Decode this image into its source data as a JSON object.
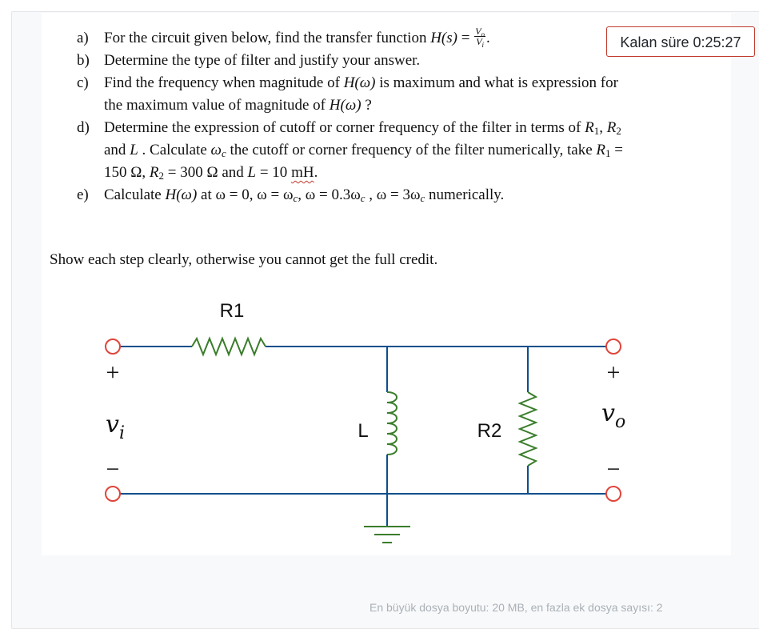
{
  "timer": {
    "label": "Kalan süre",
    "time": "0:25:27"
  },
  "questions": {
    "a": {
      "mark": "a)",
      "text": "For the circuit given below, find the transfer function",
      "expr_lhs": "H(s)",
      "eq": " = ",
      "num": "V",
      "num_sub": "o",
      "den": "V",
      "den_sub": "i",
      "end": "."
    },
    "b": {
      "mark": "b)",
      "text": "Determine the type of filter and justify your answer."
    },
    "c": {
      "mark": "c)",
      "line1_a": "Find the frequency when magnitude of ",
      "hw": "H(ω)",
      "line1_b": " is maximum and what is expression for",
      "line2_a": "the maximum value of magnitude of ",
      "line2_b": " ?"
    },
    "d": {
      "mark": "d)",
      "line1_a": "Determine the expression of cutoff or corner frequency of the filter in terms of ",
      "r1": "R",
      "r1_sub": "1",
      "comma": ", ",
      "r2": "R",
      "r2_sub": "2",
      "line2_a": "and ",
      "L": "L",
      "line2_b": " . Calculate ",
      "wc": "ω",
      "wc_sub": "c",
      "line2_c": " the cutoff or corner frequency of the filter numerically, take ",
      "line2_d": " =",
      "line3_a": "150 Ω, ",
      "line3_b": " = 300 Ω and ",
      "line3_c": " = 10 ",
      "unit": "mH",
      "line3_d": "."
    },
    "e": {
      "mark": "e)",
      "a": "Calculate ",
      "b": " at ω = 0, ω = ω",
      "b_sub": "c",
      "c": ", ω = 0.3ω",
      "c_sub": "c",
      "d": " , ω = 3ω",
      "d_sub": "c",
      "e": " numerically."
    }
  },
  "instruction": "Show each step clearly, otherwise you cannot get the full credit.",
  "circuit": {
    "r1_label": "R1",
    "l_label": "L",
    "r2_label": "R2",
    "vi_label": "v",
    "vi_sub": "i",
    "vo_label": "v",
    "vo_sub": "o",
    "plus": "+",
    "minus": "−",
    "accent_red": "#e0443a",
    "wire_blue": "#0d4f8b",
    "component_green": "#3a7d2b"
  },
  "footer": "En büyük dosya boyutu: 20 MB, en fazla ek dosya sayısı: 2"
}
